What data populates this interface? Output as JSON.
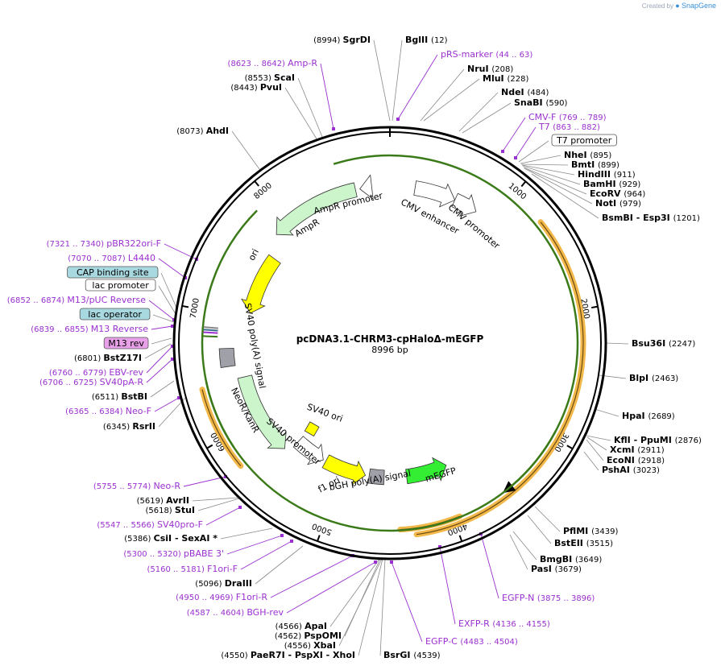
{
  "credit": {
    "prefix": "Created by",
    "brand": "SnapGene"
  },
  "plasmid": {
    "name": "pcDNA3.1-CHRM3-cpHaloΔ-mEGFP",
    "size_label": "8996 bp"
  },
  "ticks": [
    "1000",
    "2000",
    "3000",
    "4000",
    "5000",
    "6000",
    "7000",
    "8000"
  ],
  "features": [
    {
      "name": "AmpR promoter"
    },
    {
      "name": "AmpR"
    },
    {
      "name": "ori"
    },
    {
      "name": "CMV enhancer"
    },
    {
      "name": "CMV promoter"
    },
    {
      "name": "SV40 poly(A) signal"
    },
    {
      "name": "NeoR/KanR"
    },
    {
      "name": "SV40 promoter"
    },
    {
      "name": "SV40 ori"
    },
    {
      "name": "f1 ori"
    },
    {
      "name": "bGH poly(A) signal"
    },
    {
      "name": "mEGFP"
    }
  ],
  "labels": [
    {
      "kind": "enzyme",
      "pos": "(8994)",
      "name": "SgrDI"
    },
    {
      "kind": "enzyme",
      "pos": "(12)",
      "name": "BglII"
    },
    {
      "kind": "primer",
      "range": "(44 .. 63)",
      "name": "pRS-marker"
    },
    {
      "kind": "enzyme",
      "pos": "(208)",
      "name": "NruI"
    },
    {
      "kind": "enzyme",
      "pos": "(228)",
      "name": "MluI"
    },
    {
      "kind": "enzyme",
      "pos": "(484)",
      "name": "NdeI"
    },
    {
      "kind": "enzyme",
      "pos": "(590)",
      "name": "SnaBI"
    },
    {
      "kind": "primer",
      "range": "(769 .. 789)",
      "name": "CMV-F"
    },
    {
      "kind": "primer",
      "range": "(863 .. 882)",
      "name": "T7"
    },
    {
      "kind": "box",
      "name": "T7 promoter"
    },
    {
      "kind": "enzyme",
      "pos": "(895)",
      "name": "NheI"
    },
    {
      "kind": "enzyme",
      "pos": "(899)",
      "name": "BmtI"
    },
    {
      "kind": "enzyme",
      "pos": "(911)",
      "name": "HindIII"
    },
    {
      "kind": "enzyme",
      "pos": "(929)",
      "name": "BamHI"
    },
    {
      "kind": "enzyme",
      "pos": "(964)",
      "name": "EcoRV"
    },
    {
      "kind": "enzyme",
      "pos": "(979)",
      "name": "NotI"
    },
    {
      "kind": "enzyme",
      "pos": "(1201)",
      "name": "BsmBI - Esp3I"
    },
    {
      "kind": "enzyme",
      "pos": "(2247)",
      "name": "Bsu36I"
    },
    {
      "kind": "enzyme",
      "pos": "(2463)",
      "name": "BlpI"
    },
    {
      "kind": "enzyme",
      "pos": "(2689)",
      "name": "HpaI"
    },
    {
      "kind": "enzyme",
      "pos": "(2876)",
      "name": "KflI - PpuMI"
    },
    {
      "kind": "enzyme",
      "pos": "(2911)",
      "name": "XcmI"
    },
    {
      "kind": "enzyme",
      "pos": "(2918)",
      "name": "EcoNI"
    },
    {
      "kind": "enzyme",
      "pos": "(3023)",
      "name": "PshAI"
    },
    {
      "kind": "enzyme",
      "pos": "(3439)",
      "name": "PflMI"
    },
    {
      "kind": "enzyme",
      "pos": "(3515)",
      "name": "BstEII"
    },
    {
      "kind": "enzyme",
      "pos": "(3649)",
      "name": "BmgBI"
    },
    {
      "kind": "enzyme",
      "pos": "(3679)",
      "name": "PasI"
    },
    {
      "kind": "primer",
      "range": "(3875 .. 3896)",
      "name": "EGFP-N"
    },
    {
      "kind": "primer",
      "range": "(4136 .. 4155)",
      "name": "EXFP-R"
    },
    {
      "kind": "primer",
      "range": "(4483 .. 4504)",
      "name": "EGFP-C"
    },
    {
      "kind": "enzyme",
      "pos": "(4539)",
      "name": "BsrGI"
    },
    {
      "kind": "enzyme",
      "pos": "(4550)",
      "name": "PaeR7I - PspXI - XhoI"
    },
    {
      "kind": "enzyme",
      "pos": "(4556)",
      "name": "XbaI"
    },
    {
      "kind": "enzyme",
      "pos": "(4562)",
      "name": "PspOMI"
    },
    {
      "kind": "enzyme",
      "pos": "(4566)",
      "name": "ApaI"
    },
    {
      "kind": "primer",
      "range": "(4587 .. 4604)",
      "name": "BGH-rev"
    },
    {
      "kind": "primer",
      "range": "(4950 .. 4969)",
      "name": "F1ori-R"
    },
    {
      "kind": "enzyme",
      "pos": "(5096)",
      "name": "DraIII"
    },
    {
      "kind": "primer",
      "range": "(5160 .. 5181)",
      "name": "F1ori-F"
    },
    {
      "kind": "primer",
      "range": "(5300 .. 5320)",
      "name": "pBABE 3'"
    },
    {
      "kind": "enzyme",
      "pos": "(5386)",
      "name": "CsiI - SexAI *"
    },
    {
      "kind": "primer",
      "range": "(5547 .. 5566)",
      "name": "SV40pro-F"
    },
    {
      "kind": "enzyme",
      "pos": "(5618)",
      "name": "StuI"
    },
    {
      "kind": "enzyme",
      "pos": "(5619)",
      "name": "AvrII"
    },
    {
      "kind": "primer",
      "range": "(5755 .. 5774)",
      "name": "Neo-R"
    },
    {
      "kind": "enzyme",
      "pos": "(6345)",
      "name": "RsrII"
    },
    {
      "kind": "primer",
      "range": "(6365 .. 6384)",
      "name": "Neo-F"
    },
    {
      "kind": "enzyme",
      "pos": "(6511)",
      "name": "BstBI"
    },
    {
      "kind": "primer",
      "range": "(6706 .. 6725)",
      "name": "SV40pA-R"
    },
    {
      "kind": "primer",
      "range": "(6760 .. 6779)",
      "name": "EBV-rev"
    },
    {
      "kind": "enzyme",
      "pos": "(6801)",
      "name": "BstZ17I"
    },
    {
      "kind": "pinkbox",
      "name": "M13 rev"
    },
    {
      "kind": "primer",
      "range": "(6839 .. 6855)",
      "name": "M13 Reverse"
    },
    {
      "kind": "tealbox",
      "name": "lac operator"
    },
    {
      "kind": "primer",
      "range": "(6852 .. 6874)",
      "name": "M13/pUC Reverse"
    },
    {
      "kind": "box",
      "name": "lac promoter"
    },
    {
      "kind": "tealbox",
      "name": "CAP binding site"
    },
    {
      "kind": "primer",
      "range": "(7070 .. 7087)",
      "name": "L4440"
    },
    {
      "kind": "primer",
      "range": "(7321 .. 7340)",
      "name": "pBR322ori-F"
    },
    {
      "kind": "enzyme",
      "pos": "(8073)",
      "name": "AhdI"
    },
    {
      "kind": "enzyme",
      "pos": "(8443)",
      "name": "PvuI"
    },
    {
      "kind": "enzyme",
      "pos": "(8553)",
      "name": "ScaI"
    },
    {
      "kind": "primer",
      "range": "(8623 .. 8642)",
      "name": "Amp-R"
    }
  ],
  "colors": {
    "backbone": "#000000",
    "primer": "#9b30d0",
    "ampr": "#ccf5cc",
    "ori": "#ffff00",
    "mEGFP": "#33ee33",
    "promoter": "#ffffff",
    "polyA": "#a0a0a8",
    "orf_highlight": "#f2b84a",
    "orf_arrow": "#3a7a18",
    "tag_teal": "#a8d8e0",
    "tag_pink": "#e8a0e8"
  }
}
